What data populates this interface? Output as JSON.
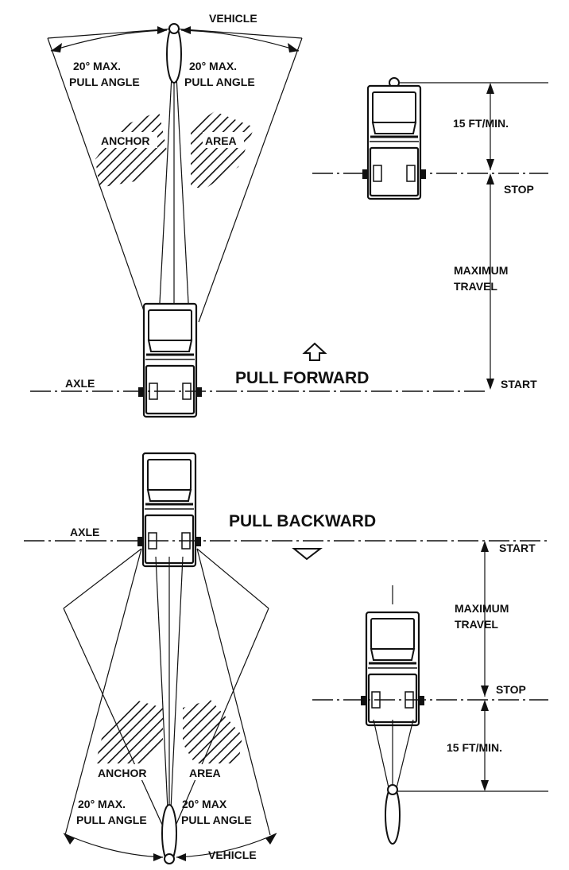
{
  "labels": {
    "vehicle": "VEHICLE",
    "max_pull_angle_line1": "20° MAX.",
    "max_pull_angle_line1_alt": "20° MAX",
    "pull_angle": "PULL ANGLE",
    "anchor": "ANCHOR",
    "area": "AREA",
    "axle": "AXLE",
    "pull_forward": "PULL FORWARD",
    "pull_backward": "PULL BACKWARD",
    "start": "START",
    "stop": "STOP",
    "maximum": "MAXIMUM",
    "travel": "TRAVEL",
    "min_distance": "15 FT/MIN."
  }
}
